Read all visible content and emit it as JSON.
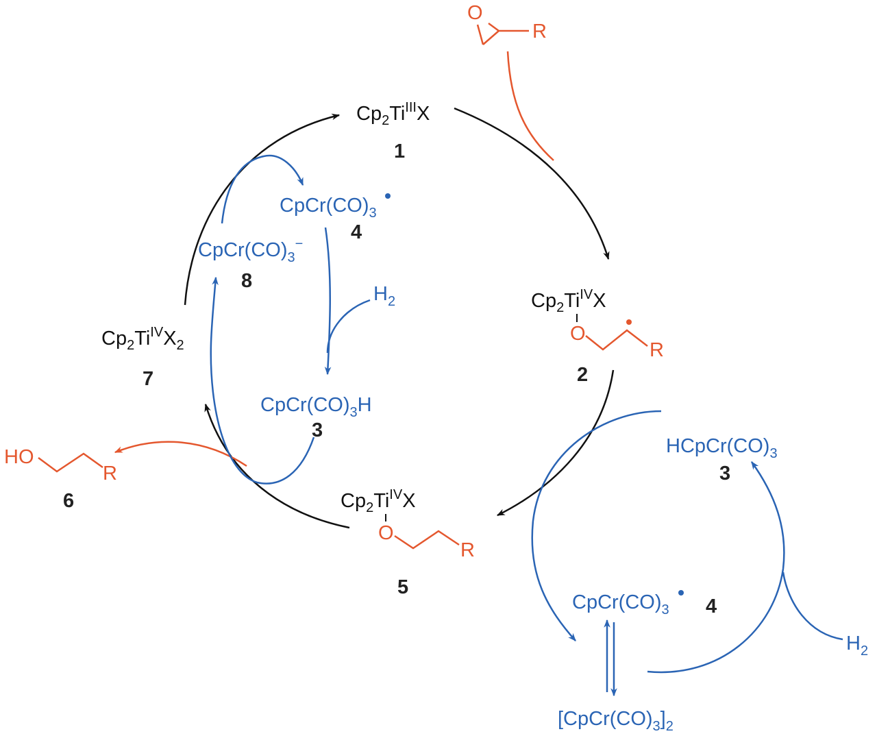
{
  "colors": {
    "black": "#111111",
    "blue": "#2a64b4",
    "orange": "#e4572e"
  },
  "species": {
    "ti3": {
      "pre": "Cp",
      "s1": "2",
      "mid": "Ti",
      "ox": "III",
      "post": "X",
      "number": "1"
    },
    "ti4_radical": {
      "pre": "Cp",
      "s1": "2",
      "mid": "Ti",
      "ox": "IV",
      "post": "X",
      "number": "2"
    },
    "ti4_alkoxide": {
      "pre": "Cp",
      "s1": "2",
      "mid": "Ti",
      "ox": "IV",
      "post": "X",
      "number": "5"
    },
    "ti4_x2": {
      "pre": "Cp",
      "s1": "2",
      "mid": "Ti",
      "ox": "IV",
      "post": "X",
      "s2": "2",
      "number": "7"
    },
    "cr_radical_inner": {
      "main": "CpCr(CO)",
      "sub": "3",
      "number": "4"
    },
    "cr_anion": {
      "main": "CpCr(CO)",
      "sub": "3",
      "sup": "−",
      "number": "8"
    },
    "cr_hydride_inner": {
      "main": "CpCr(CO)",
      "sub": "3",
      "post": "H",
      "number": "3"
    },
    "cr_hydride_outer": {
      "main": "HCpCr(CO)",
      "sub": "3",
      "number": "3"
    },
    "cr_radical_outer": {
      "main": "CpCr(CO)",
      "sub": "3",
      "number": "4"
    },
    "cr_dimer": {
      "main": "[CpCr(CO)",
      "sub1": "3",
      "mid": "]",
      "sub2": "2"
    },
    "h2_inner": {
      "main": "H",
      "sub": "2"
    },
    "h2_outer": {
      "main": "H",
      "sub": "2"
    },
    "epoxide": {
      "o": "O",
      "r": "R"
    },
    "product": {
      "ho": "HO",
      "r": "R",
      "number": "6"
    },
    "radical_fragment": {
      "o": "O",
      "r": "R"
    },
    "alkoxide_fragment": {
      "o": "O",
      "r": "R"
    }
  }
}
